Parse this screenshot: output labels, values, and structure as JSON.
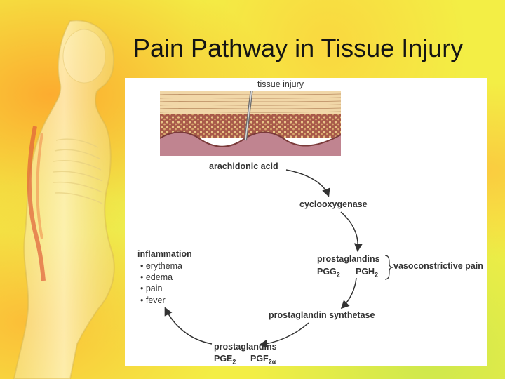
{
  "slide": {
    "title": "Pain Pathway in Tissue Injury"
  },
  "diagram": {
    "tissue_label": "tissue injury",
    "arachidonic_acid": "arachidonic acid",
    "cyclooxygenase": "cyclooxygenase",
    "prostaglandins_top": "prostaglandins",
    "pgg2": "PGG",
    "pgg2_sub": "2",
    "pgh2": "PGH",
    "pgh2_sub": "2",
    "vasoconstrictive": "vasoconstrictive pain",
    "synthetase": "prostaglandin synthetase",
    "prostaglandins_bottom": "prostaglandins",
    "pge2": "PGE",
    "pge2_sub": "2",
    "pgf2a": "PGF",
    "pgf2a_sub": "2α",
    "inflammation": "inflammation",
    "symptoms": [
      "erythema",
      "edema",
      "pain",
      "fever"
    ]
  }
}
